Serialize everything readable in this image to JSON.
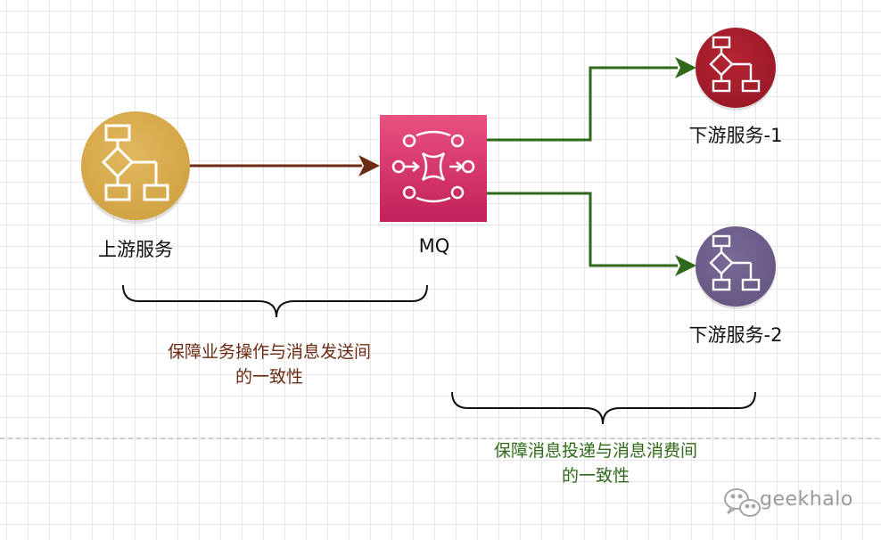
{
  "nodes": {
    "upstream": {
      "label": "上游服务",
      "color": "#d6ab4e"
    },
    "mq": {
      "label": "MQ",
      "color": "#d0306a"
    },
    "downstream1": {
      "label": "下游服务-1",
      "color": "#a51c2b"
    },
    "downstream2": {
      "label": "下游服务-2",
      "color": "#6d5d8a"
    }
  },
  "notes": {
    "producer_side": {
      "line1": "保障业务操作与消息发送间",
      "line2": "的一致性",
      "color": "#6b2b12"
    },
    "consumer_side": {
      "line1": "保障消息投递与消息消费间",
      "line2": "的一致性",
      "color": "#2f6a1a"
    }
  },
  "edges": {
    "upstream_to_mq": {
      "color": "#6b2b12"
    },
    "mq_to_downstream": {
      "color": "#2f6a1a"
    }
  },
  "watermark": {
    "text": "geekhalo"
  }
}
